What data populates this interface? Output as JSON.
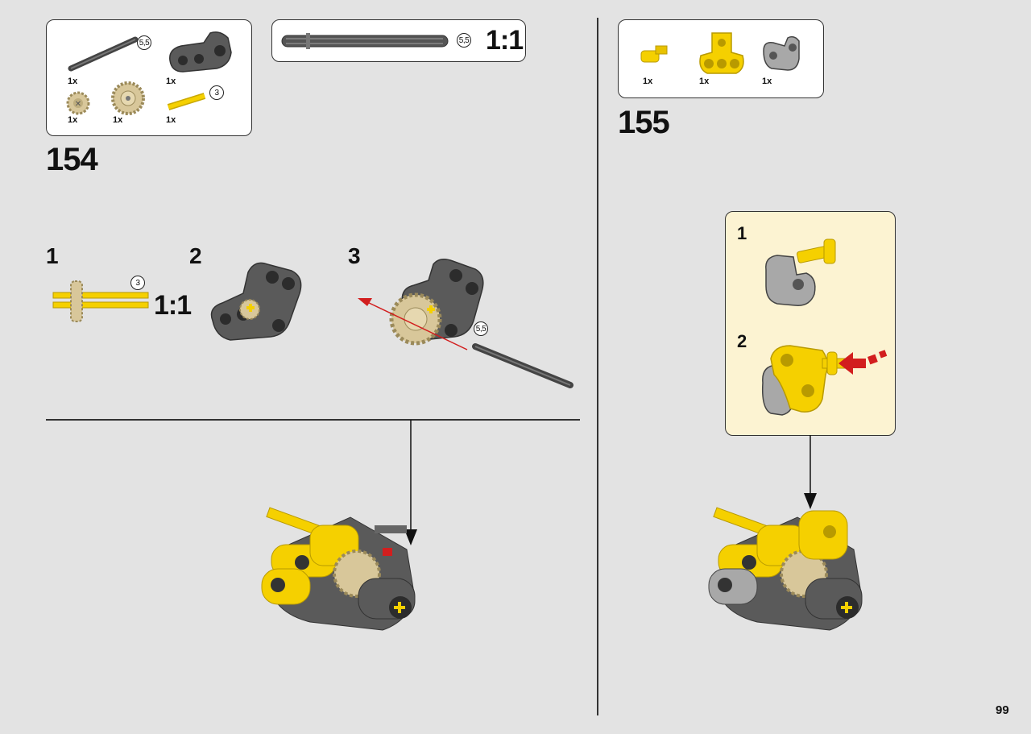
{
  "step154": {
    "number": "154",
    "parts": [
      {
        "qty": "1x",
        "length": "5,5",
        "name": "axle"
      },
      {
        "qty": "1x",
        "name": "dark-gray-connector"
      },
      {
        "qty": "1x",
        "name": "tan-gear-small"
      },
      {
        "qty": "1x",
        "name": "tan-gear-large"
      },
      {
        "qty": "1x",
        "length": "3",
        "name": "yellow-axle"
      }
    ],
    "scale": {
      "length": "5,5",
      "ratio": "1:1"
    },
    "substeps": [
      {
        "label": "1",
        "length": "3",
        "ratio": "1:1"
      },
      {
        "label": "2"
      },
      {
        "label": "3",
        "length": "5,5"
      }
    ]
  },
  "step155": {
    "number": "155",
    "parts": [
      {
        "qty": "1x",
        "name": "yellow-axle-pin"
      },
      {
        "qty": "1x",
        "name": "yellow-t-beam"
      },
      {
        "qty": "1x",
        "name": "gray-connector"
      }
    ],
    "substeps": [
      {
        "label": "1"
      },
      {
        "label": "2"
      }
    ]
  },
  "page_number": "99",
  "colors": {
    "background": "#e3e3e3",
    "yellow": "#f5d000",
    "tan": "#d8c79a",
    "dark_gray": "#555555",
    "callout": "#fcf3d2",
    "arrow_red": "#d21e1e"
  }
}
